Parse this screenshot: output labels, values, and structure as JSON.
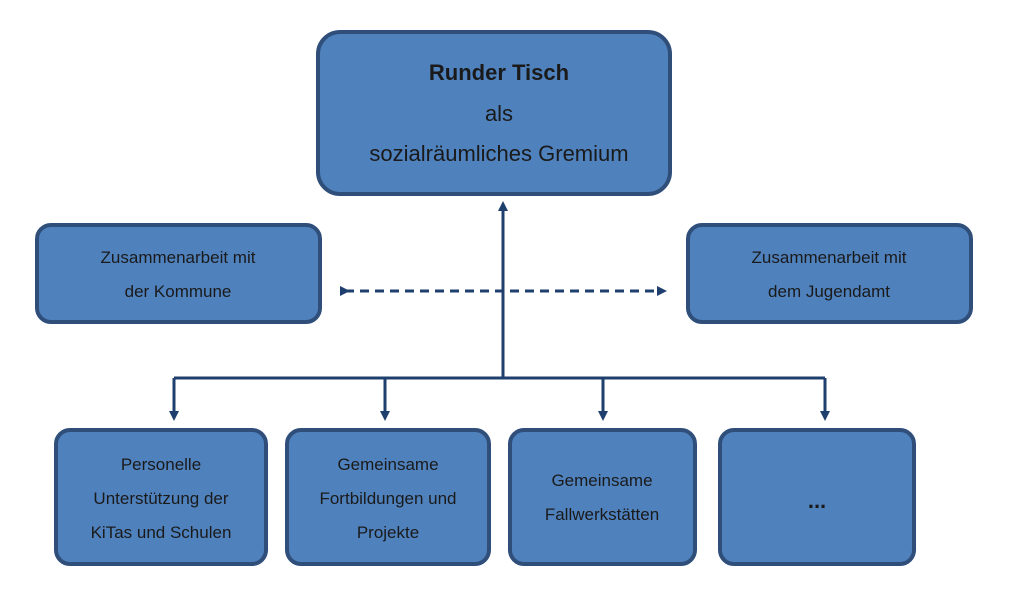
{
  "colors": {
    "box_fill": "#4f81bd",
    "box_stroke": "#2f4f7a",
    "connector": "#1f3f6e",
    "text": "#1a1a1a"
  },
  "nodes": {
    "top": {
      "title": "Runder Tisch",
      "line2": "als",
      "line3": "sozialräumliches Gremium"
    },
    "left": {
      "line1": "Zusammenarbeit mit",
      "line2": "der Kommune"
    },
    "right": {
      "line1": "Zusammenarbeit mit",
      "line2": "dem Jugendamt"
    },
    "bottom": [
      {
        "line1": "Personelle",
        "line2": "Unterstützung der",
        "line3": "KiTas und Schulen"
      },
      {
        "line1": "Gemeinsame",
        "line2": "Fortbildungen und",
        "line3": "Projekte"
      },
      {
        "line1": "Gemeinsame",
        "line2": "Fallwerkstätten"
      },
      {
        "line1": "..."
      }
    ]
  }
}
